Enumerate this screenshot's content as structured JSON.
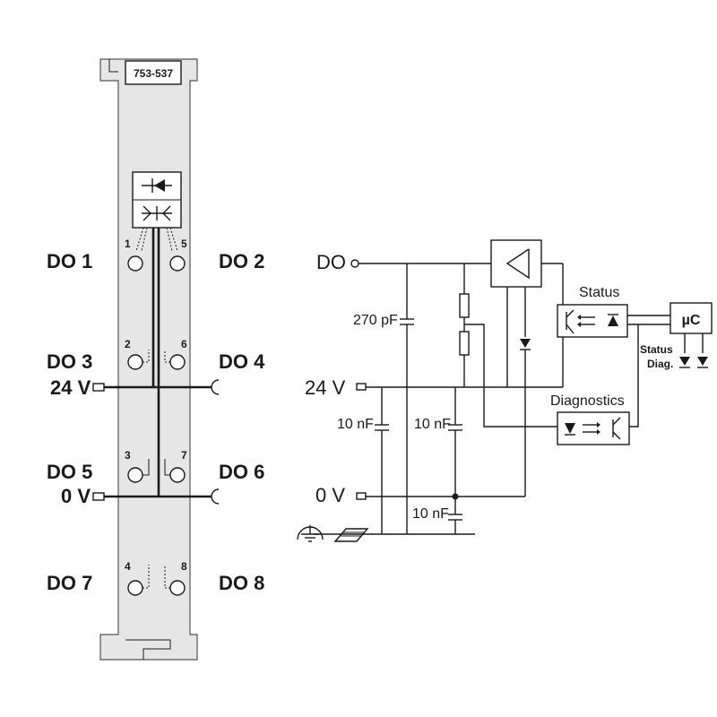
{
  "module": {
    "part_number": "753-537",
    "labels": {
      "do1": "DO 1",
      "do2": "DO 2",
      "do3": "DO 3",
      "do4": "DO 4",
      "do5": "DO 5",
      "do6": "DO 6",
      "do7": "DO 7",
      "do8": "DO 8",
      "v24": "24 V",
      "v0": "0 V"
    },
    "pins": [
      "1",
      "5",
      "2",
      "6",
      "3",
      "7",
      "4",
      "8"
    ]
  },
  "schematic": {
    "do": "DO",
    "v24": "24 V",
    "v0": "0 V",
    "c270": "270 pF",
    "c10a": "10 nF",
    "c10b": "10 nF",
    "c10c": "10 nF",
    "status": "Status",
    "diagnostics": "Diagnostics",
    "uc": "µC",
    "led_status": "Status",
    "led_diag": "Diag."
  }
}
